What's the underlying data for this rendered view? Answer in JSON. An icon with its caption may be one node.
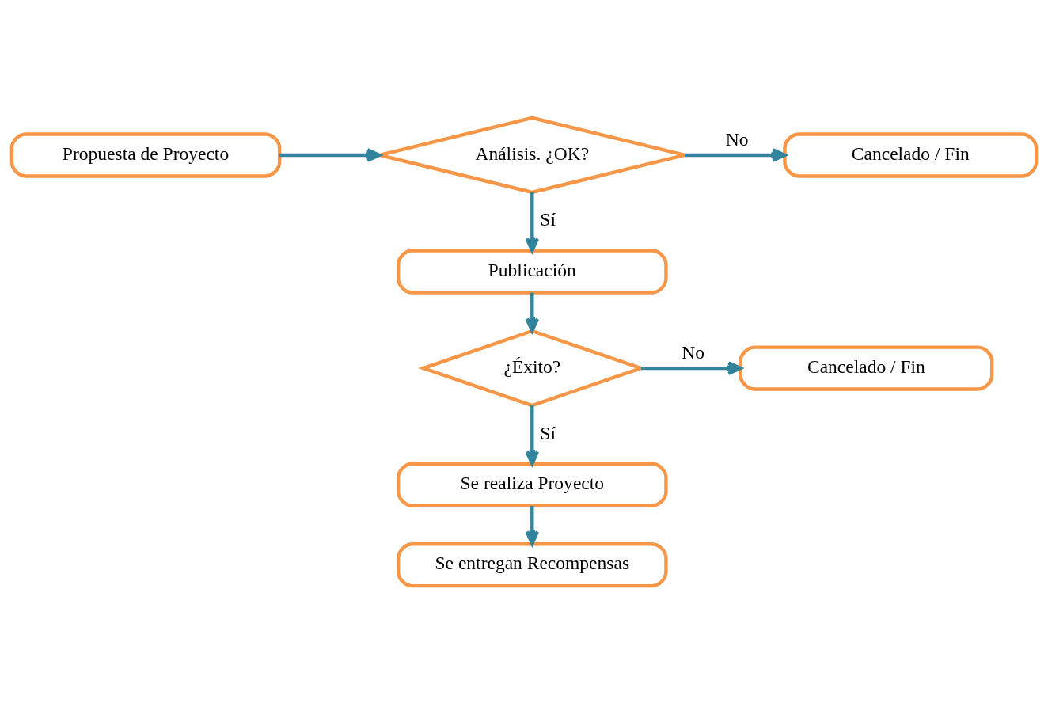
{
  "diagram": {
    "nodes": [
      {
        "text": [
          "Propuesta de Proyecto"
        ]
      },
      {
        "text": [
          "Análisis. ¿OK?"
        ]
      },
      {
        "text": [
          "Cancelado / Fin"
        ]
      },
      {
        "text": [
          "Publicación"
        ]
      },
      {
        "text": [
          "¿Éxito?"
        ]
      },
      {
        "text": [
          "Cancelado / Fin"
        ]
      },
      {
        "text": [
          "Se realiza Proyecto"
        ]
      },
      {
        "text": [
          "Se entregan Recompensas"
        ]
      }
    ],
    "edges": [
      {
        "from": 0,
        "to": 1,
        "arrow": "to"
      },
      {
        "from": 1,
        "to": 2,
        "arrow": "to",
        "label": "No"
      },
      {
        "from": 1,
        "to": 3,
        "arrow": "to",
        "label": "Sí"
      },
      {
        "from": 3,
        "to": 4,
        "arrow": "to"
      },
      {
        "from": 4,
        "to": 5,
        "arrow": "to",
        "label": "No"
      },
      {
        "from": 4,
        "to": 6,
        "arrow": "to",
        "label": "Sí"
      },
      {
        "from": 6,
        "to": 7,
        "arrow": "to"
      }
    ]
  }
}
